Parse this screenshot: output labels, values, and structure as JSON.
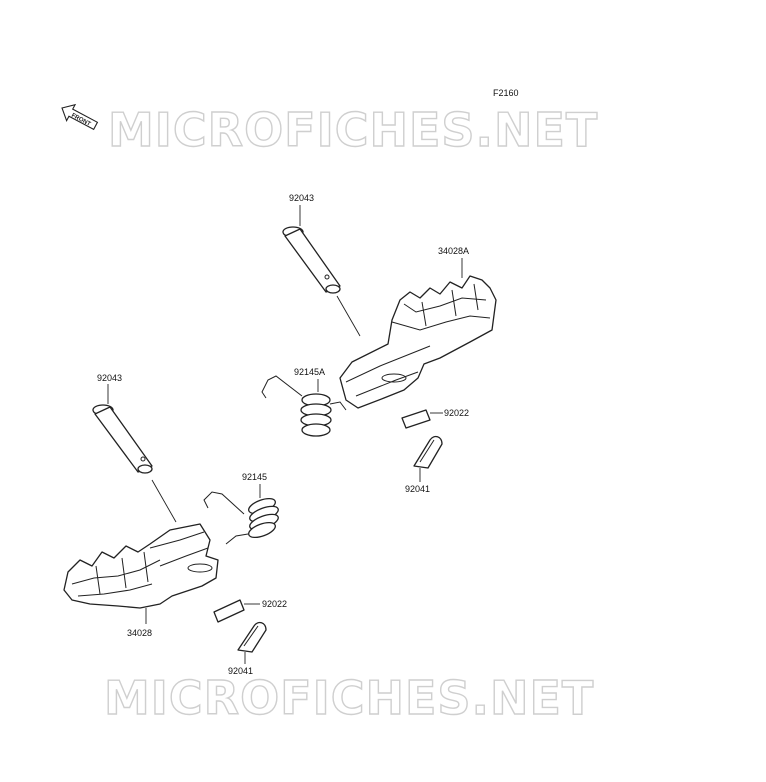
{
  "figure_code": "F2160",
  "front_label": "FRONT",
  "watermark_text": "MICROFICHES.NET",
  "callouts": [
    {
      "id": "pin-upper",
      "label": "92043"
    },
    {
      "id": "footpeg-right",
      "label": "34028A"
    },
    {
      "id": "spring-upper",
      "label": "92145A"
    },
    {
      "id": "washer-upper",
      "label": "92022"
    },
    {
      "id": "cotter-upper",
      "label": "92041"
    },
    {
      "id": "pin-lower",
      "label": "92043"
    },
    {
      "id": "spring-lower",
      "label": "92145"
    },
    {
      "id": "washer-lower",
      "label": "92022"
    },
    {
      "id": "footpeg-left",
      "label": "34028"
    },
    {
      "id": "cotter-lower",
      "label": "92041"
    }
  ],
  "colors": {
    "line": "#222222",
    "watermark": "#cfcfcf",
    "background": "#ffffff"
  }
}
